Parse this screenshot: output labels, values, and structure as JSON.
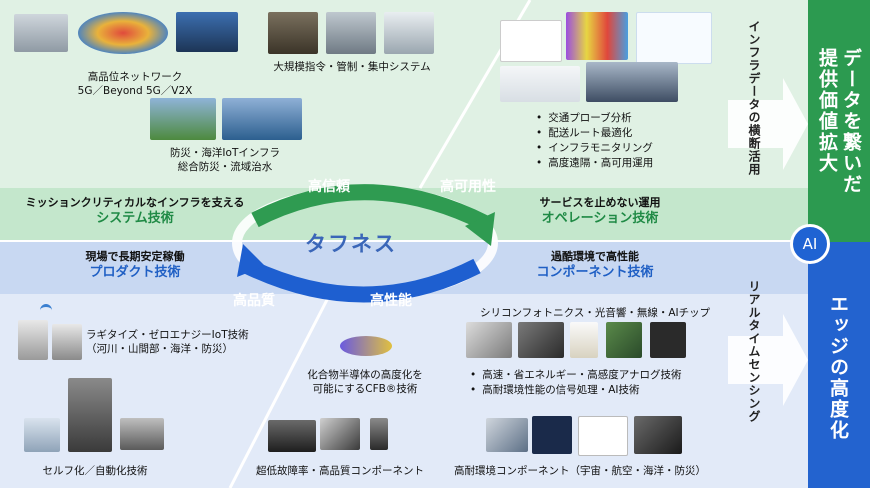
{
  "top": {
    "items": [
      {
        "lines": [
          "高品位ネットワーク",
          "5G／Beyond 5G／V2X"
        ]
      },
      {
        "lines": [
          "大規模指令・管制・集中システム"
        ]
      },
      {
        "lines": [
          "防災・海洋IoTインフラ",
          "総合防災・流域治水"
        ]
      }
    ],
    "bullets": [
      "交通プローブ分析",
      "配送ルート最適化",
      "インフラモニタリング",
      "高度遠隔・高可用運用"
    ],
    "left_band": {
      "l1": "ミッションクリティカルなインフラを支える",
      "l2": "システム技術"
    },
    "right_band": {
      "l1": "サービスを止めない運用",
      "l2": "オペレーション技術"
    }
  },
  "cycle": {
    "center": "タフネス",
    "labels": [
      "高信頼",
      "高可用性",
      "高性能",
      "高品質"
    ]
  },
  "bottom": {
    "left_band": {
      "l1": "現場で長期安定稼働",
      "l2": "プロダクト技術"
    },
    "right_band": {
      "l1": "過酷環境で高性能",
      "l2": "コンポーネント技術"
    },
    "iot": {
      "lines": [
        "ラギタイズ・ゼロエナジーIoT技術",
        "（河川・山間部・海洋・防災）"
      ]
    },
    "cfb": {
      "lines": [
        "化合物半導体の高度化を",
        "可能にするCFB®技術"
      ]
    },
    "chips_label": "シリコンフォトニクス・光音響・無線・AIチップ",
    "bullets": [
      "高速・省エネルギー・高感度アナログ技術",
      "高耐環境性能の信号処理・AI技術"
    ],
    "self_label": "セルフ化／自動化技術",
    "quality_label": "超低故障率・高品質コンポーネント",
    "env_label": "高耐環境コンポーネント（宇宙・航空・海洋・防災）"
  },
  "side": {
    "top_vertical": "インフラデータの横断活用",
    "bottom_vertical": "リアルタイムセンシング",
    "top_box": "データを繋いだ提供価値拡大",
    "bottom_box": "エッジの高度化",
    "ai": "AI"
  },
  "colors": {
    "green_bg": "#dff1e3",
    "green_band": "#c3e6cb",
    "green_dark": "#2b9a52",
    "blue_bg": "#e0e9f7",
    "blue_band": "#c7d7f1",
    "blue_dark": "#1f5fd0"
  }
}
